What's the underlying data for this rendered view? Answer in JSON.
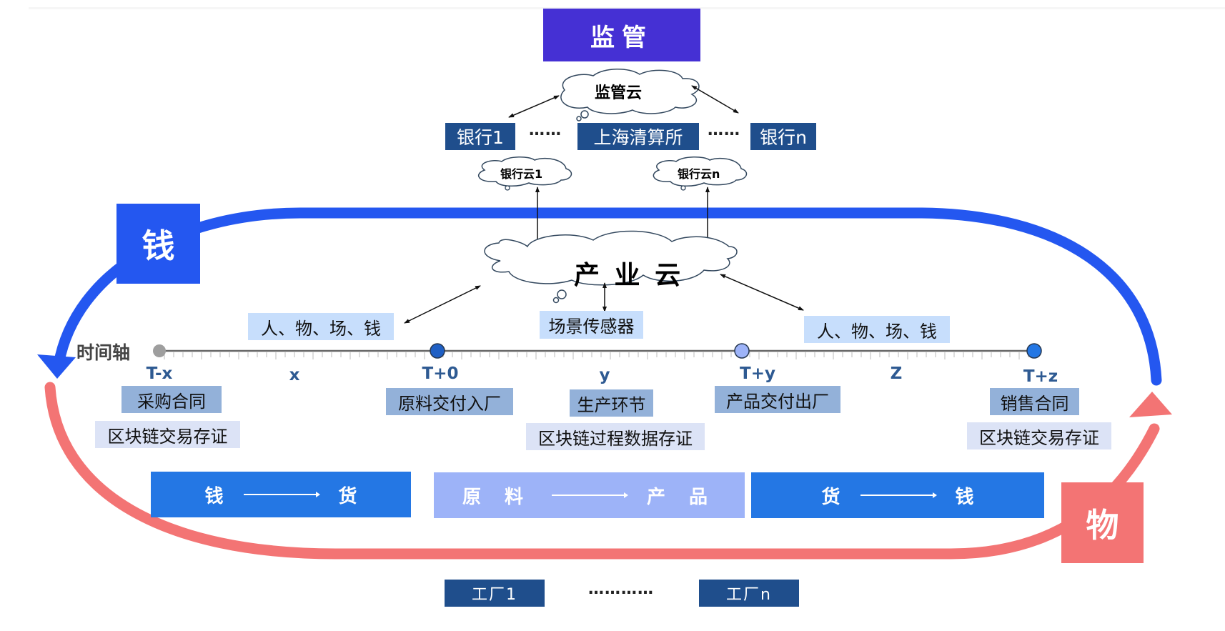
{
  "supervision": {
    "title": "监管",
    "cloud": "监管云"
  },
  "banks": [
    {
      "label": "银行1"
    },
    {
      "label": "上海清算所"
    },
    {
      "label": "银行n"
    }
  ],
  "bank_ellipsis": "……",
  "bank_clouds": [
    {
      "label": "银行云1"
    },
    {
      "label": "银行云n"
    }
  ],
  "industry_cloud": "产 业 云",
  "sensor": "场景传感器",
  "elements_left": "人、物、场、钱",
  "elements_right": "人、物、场、钱",
  "money_tag": "钱",
  "goods_tag": "物",
  "colors": {
    "money_flow": "#2457f0",
    "goods_flow": "#f37474",
    "supervision": "#4530d4",
    "bank": "#1f4e8c"
  },
  "timeline": {
    "label": "时间轴",
    "points": [
      {
        "label": "T-x",
        "event": "采购合同",
        "proof": "区块链交易存证",
        "color": "#9e9e9e"
      },
      {
        "label": "T+0",
        "event": "原料交付入厂",
        "proof": "",
        "color": "#1f5fc4"
      },
      {
        "label": "T+y",
        "event": "产品交付出厂",
        "proof": "",
        "color": "#9db3f8"
      },
      {
        "label": "T+z",
        "event": "销售合同",
        "proof": "区块链交易存证",
        "color": "#2477e4"
      }
    ],
    "intervals": [
      {
        "label": "x"
      },
      {
        "label": "y",
        "event": "生产环节",
        "proof": "区块链过程数据存证"
      },
      {
        "label": "Z"
      }
    ]
  },
  "flows": [
    {
      "from": "钱",
      "to": "货"
    },
    {
      "from": "原 料",
      "to": "产 品"
    },
    {
      "from": "货",
      "to": "钱"
    }
  ],
  "factories": {
    "first": "工厂1",
    "ellipsis": "…………",
    "last": "工厂n"
  }
}
